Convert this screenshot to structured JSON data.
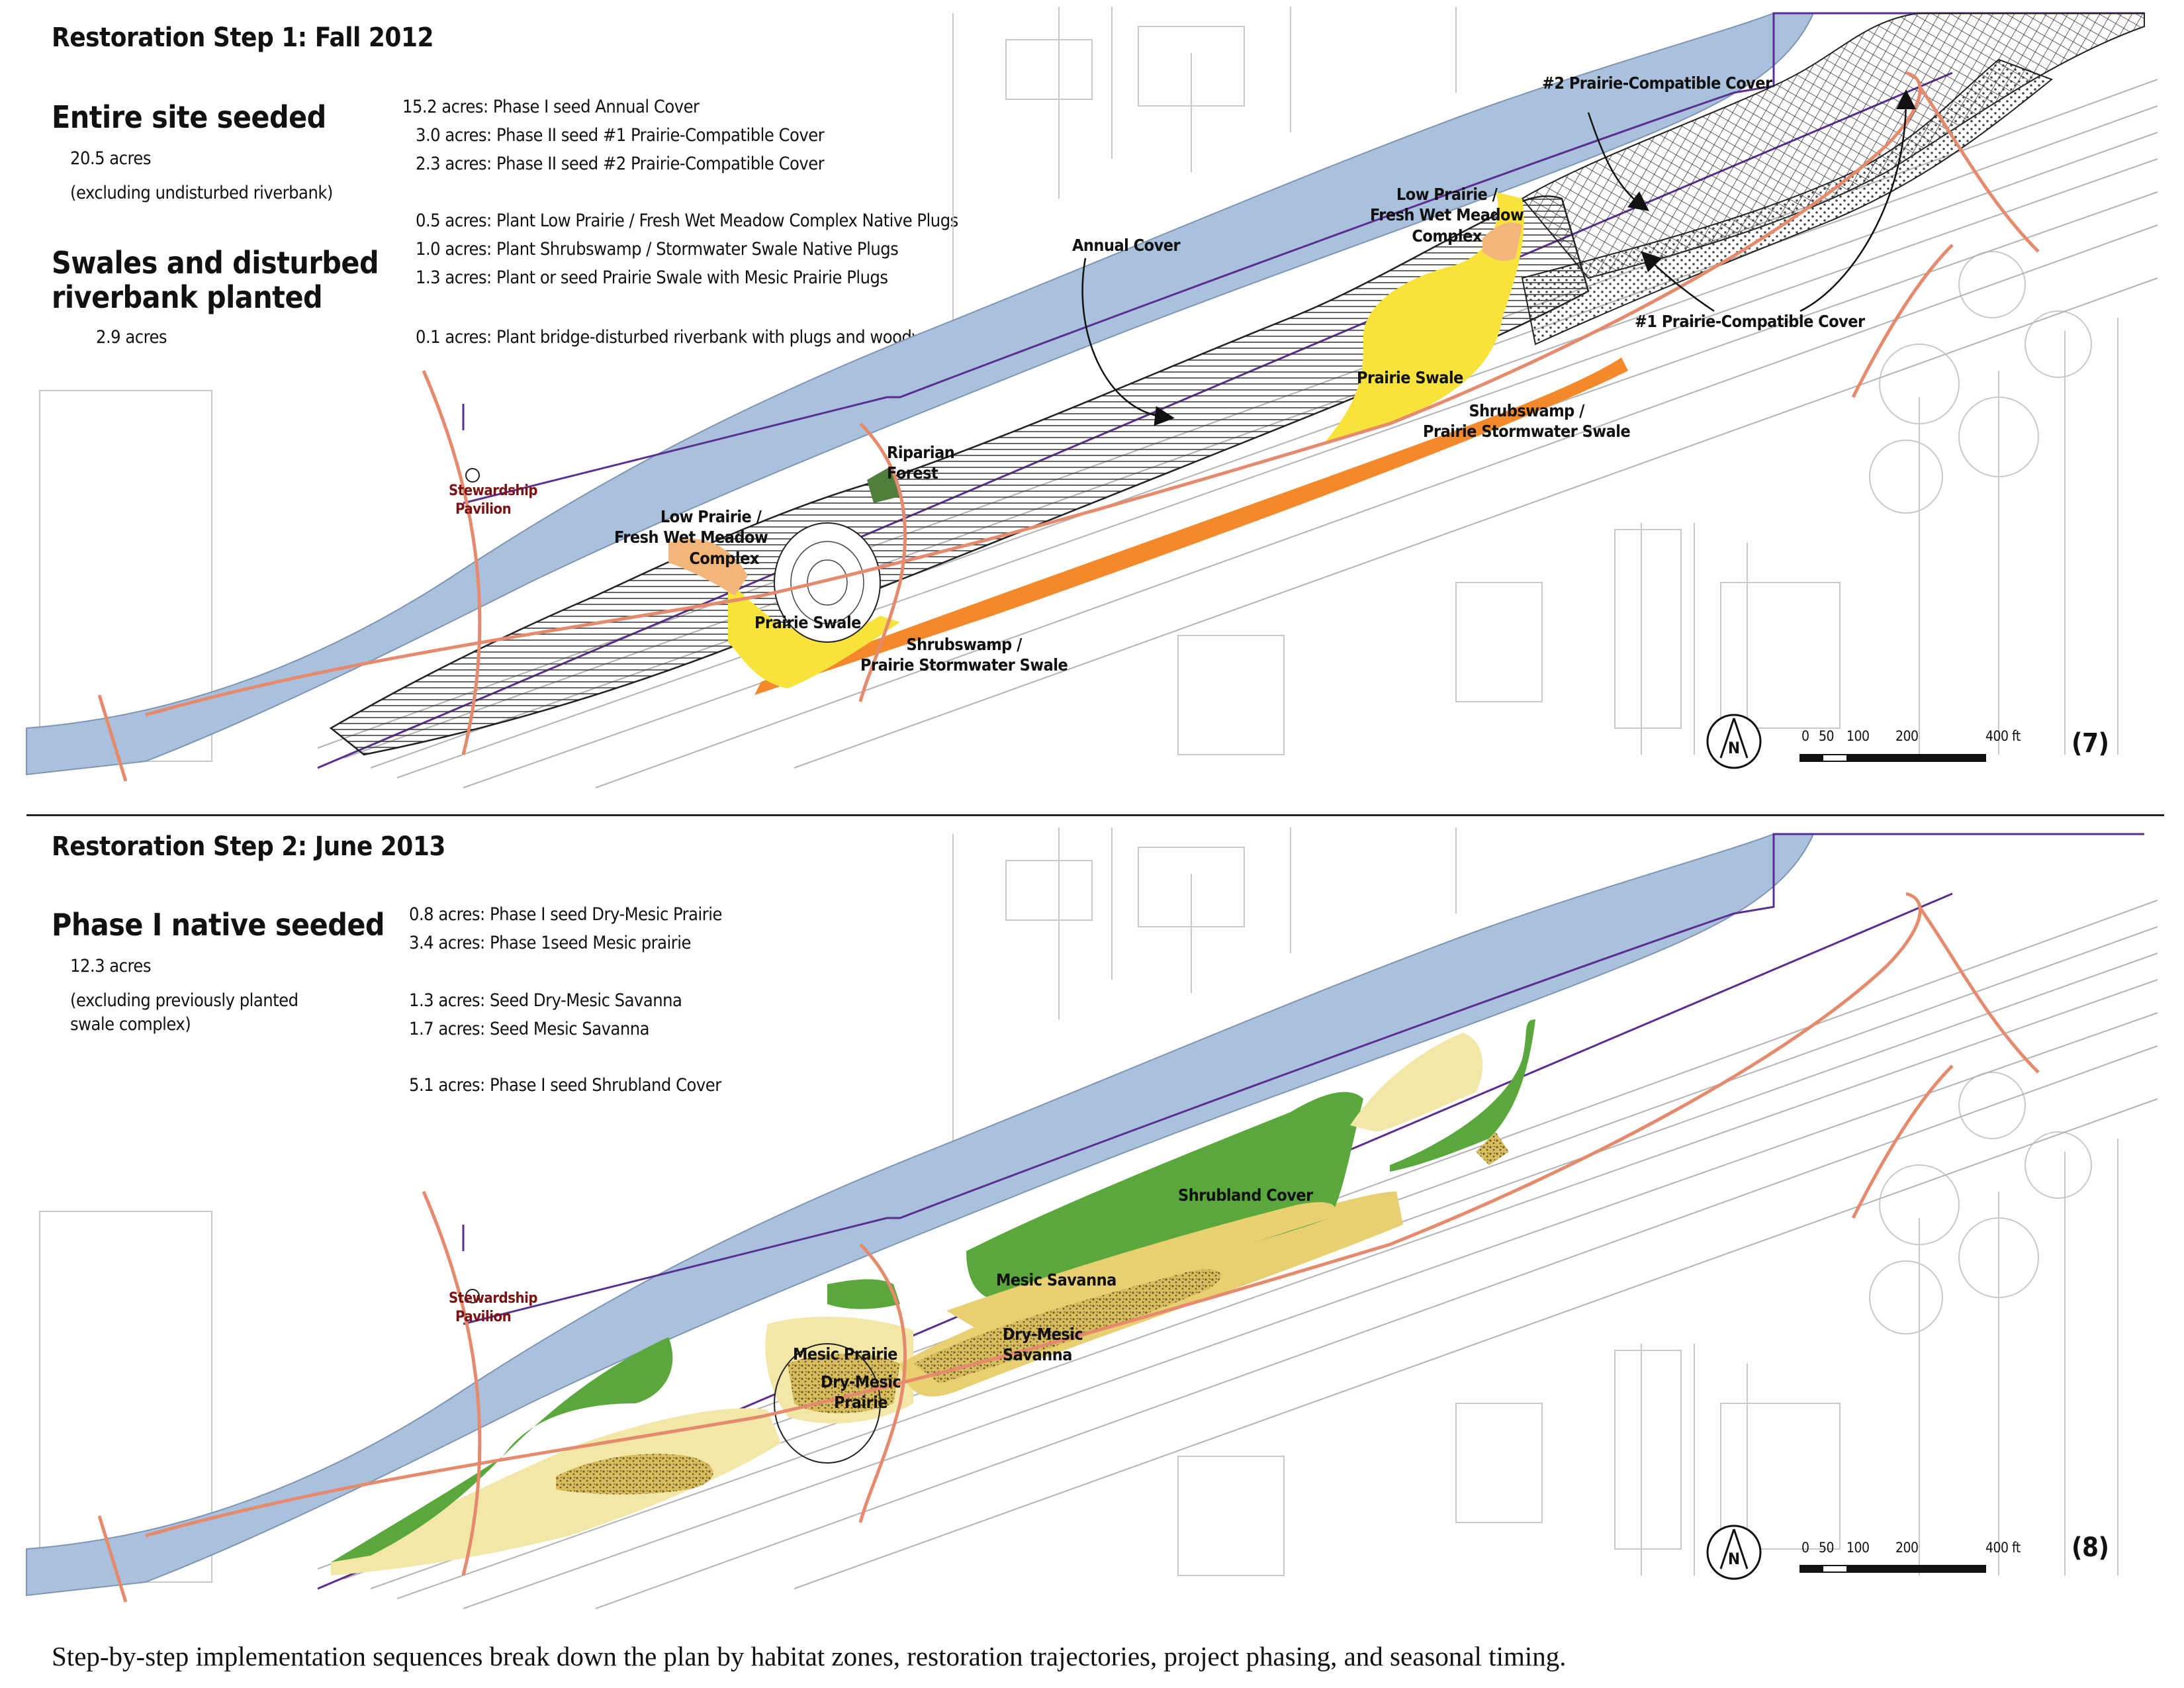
{
  "step1": {
    "title": "Restoration Step 1: Fall 2012",
    "entire_heading": "Entire site seeded",
    "entire_acres": "20.5 acres",
    "entire_note": "(excluding undisturbed riverbank)",
    "swales_heading_1": "Swales and disturbed",
    "swales_heading_2": "riverbank planted",
    "swales_acres": "2.9 acres",
    "list": [
      "15.2 acres: Phase I seed Annual Cover",
      "3.0 acres: Phase II seed #1 Prairie-Compatible Cover",
      "2.3 acres: Phase II seed #2 Prairie-Compatible Cover",
      "0.5 acres: Plant Low Prairie / Fresh Wet Meadow Complex Native Plugs",
      "1.0 acres: Plant Shrubswamp / Stormwater Swale Native Plugs",
      "1.3 acres: Plant or seed Prairie Swale with Mesic Prairie Plugs",
      "0.1 acres: Plant bridge-disturbed riverbank with plugs and woody plants"
    ],
    "labels": {
      "cover2": "#2 Prairie-Compatible Cover",
      "cover1": "#1 Prairie-Compatible Cover",
      "low_prairie_top_1": "Low Prairie /",
      "low_prairie_top_2": "Fresh Wet Meadow",
      "low_prairie_top_3": "Complex",
      "annual_cover": "Annual Cover",
      "prairie_swale_top": "Prairie Swale",
      "shrubswamp_top_1": "Shrubswamp /",
      "shrubswamp_top_2": "Prairie Stormwater Swale",
      "riparian_1": "Riparian",
      "riparian_2": "Forest",
      "stewardship_1": "Stewardship",
      "stewardship_2": "Pavilion",
      "low_prairie_bot_1": "Low Prairie /",
      "low_prairie_bot_2": "Fresh Wet Meadow",
      "low_prairie_bot_3": "Complex",
      "prairie_swale_bot": "Prairie Swale",
      "shrubswamp_bot_1": "Shrubswamp /",
      "shrubswamp_bot_2": "Prairie Stormwater Swale"
    },
    "figure_number": "(7)"
  },
  "step2": {
    "title": "Restoration Step 2: June 2013",
    "heading": "Phase I native seeded",
    "acres": "12.3 acres",
    "note_1": "(excluding previously planted",
    "note_2": "swale complex)",
    "list": [
      "0.8 acres: Phase I seed Dry-Mesic Prairie",
      "3.4 acres: Phase 1seed Mesic prairie",
      "1.3 acres: Seed Dry-Mesic Savanna",
      "1.7 acres: Seed Mesic Savanna",
      "5.1 acres: Phase I seed Shrubland Cover"
    ],
    "labels": {
      "shrubland": "Shrubland Cover",
      "mesic_savanna": "Mesic Savanna",
      "dry_mesic_savanna_1": "Dry-Mesic",
      "dry_mesic_savanna_2": "Savanna",
      "mesic_prairie": "Mesic Prairie",
      "dry_mesic_prairie_1": "Dry-Mesic",
      "dry_mesic_prairie_2": "Prairie",
      "stewardship_1": "Stewardship",
      "stewardship_2": "Pavilion"
    },
    "figure_number": "(8)"
  },
  "scale_bar": {
    "ticks": [
      "0",
      "50",
      "100",
      "200",
      "400 ft"
    ],
    "north": "N"
  },
  "caption": "Step-by-step implementation sequences break down the plan by habitat zones, restoration trajectories, project phasing, and seasonal timing.",
  "colors": {
    "river": "#a9c1dd",
    "annual_cover_lines": "#2a2a2a",
    "prairie_swale": "#f7e33c",
    "shrubswamp": "#f3892a",
    "low_prairie": "#f2b57a",
    "riparian": "#4f7f3a",
    "shrubland": "#5aa83c",
    "mesic_prairie": "#f2e7a6",
    "dry_mesic_savanna": "#e7cf72",
    "trail": "#e58a6c",
    "property_line": "#5a2d91"
  }
}
